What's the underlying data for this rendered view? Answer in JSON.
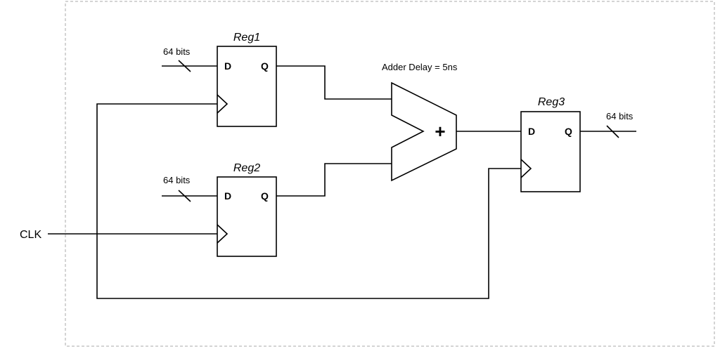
{
  "registers": [
    {
      "name": "Reg1",
      "d_label": "D",
      "q_label": "Q",
      "input_width": "64 bits"
    },
    {
      "name": "Reg2",
      "d_label": "D",
      "q_label": "Q",
      "input_width": "64 bits"
    },
    {
      "name": "Reg3",
      "d_label": "D",
      "q_label": "Q",
      "output_width": "64 bits"
    }
  ],
  "adder": {
    "label": "Adder Delay = 5ns",
    "symbol": "+"
  },
  "clock": {
    "label": "CLK"
  },
  "colors": {
    "line": "#000000",
    "border": "#aaaaaa"
  }
}
